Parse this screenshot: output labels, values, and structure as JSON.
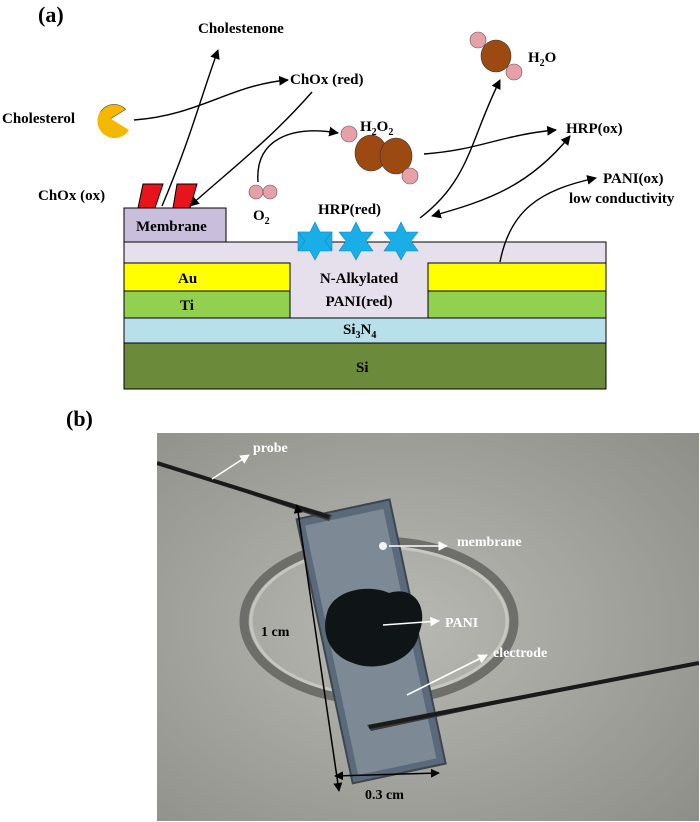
{
  "panel_a": {
    "label": "(a)",
    "texts": {
      "cholestenone": "Cholestenone",
      "chox_red": "ChOx (red)",
      "cholesterol": "Cholesterol",
      "h2o2_h": "H",
      "h2o2_sub1": "2",
      "h2o2_o": "O",
      "h2o2_sub2": "2",
      "h2o_h": "H",
      "h2o_sub": "2",
      "h2o_o": "O",
      "hrp_ox": "HRP(ox)",
      "chox_ox": "ChOx (ox)",
      "o2_o": "O",
      "o2_sub": "2",
      "pani_ox": "PANI(ox)",
      "low_conductivity": "low conductivity",
      "membrane": "Membrane",
      "hrp_red": "HRP(red)",
      "au": "Au",
      "ti": "Ti",
      "n_alkylated": "N-Alkylated",
      "pani_red": "PANI(red)",
      "si3n4_si": "Si",
      "si3n4_sub3": "3",
      "si3n4_n": "N",
      "si3n4_sub4": "4",
      "si": "Si"
    }
  },
  "panel_b": {
    "label": "(b)",
    "texts": {
      "probe": "probe",
      "membrane": "membrane",
      "pani": "PANI",
      "electrode": "electrode",
      "length": "1 cm",
      "width": "0.3 cm"
    }
  },
  "colors": {
    "si": "#6b8a3a",
    "si3n4": "#b7e0ea",
    "ti": "#92d050",
    "au": "#ffff00",
    "top_layer": "#e6e0ec",
    "membrane": "#c9bfdd",
    "chox": "#e8141c",
    "cholesterol": "#f5b800",
    "h2o2_o": "#9c4a12",
    "h_atom": "#e8a0a8",
    "star": "#1aaee8"
  }
}
